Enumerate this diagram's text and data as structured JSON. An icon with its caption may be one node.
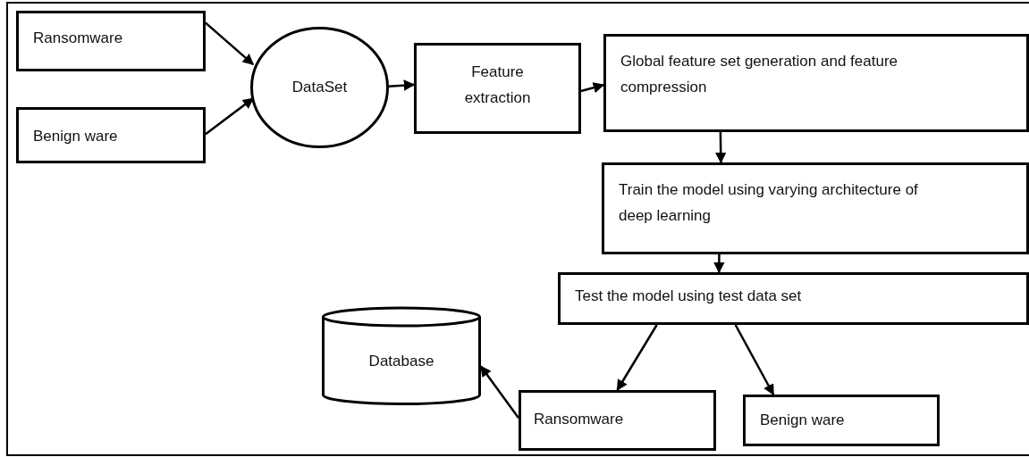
{
  "diagram": {
    "nodes": [
      {
        "text": [
          "Ransomware"
        ]
      },
      {
        "text": [
          "Benign ware"
        ]
      },
      {
        "text": [
          "DataSet"
        ]
      },
      {
        "text": [
          "Feature extraction"
        ]
      },
      {
        "text": [
          "Global feature set generation and feature compression"
        ]
      },
      {
        "text": [
          "Train the model using varying architecture of deep learning"
        ]
      },
      {
        "text": [
          "Test the model using test data set"
        ]
      },
      {
        "text": [
          "Database"
        ]
      },
      {
        "text": [
          "Ransomware"
        ]
      },
      {
        "text": [
          "Benign ware"
        ]
      }
    ],
    "edges": [
      {
        "from": 0,
        "to": 2,
        "arrow": "to"
      },
      {
        "from": 1,
        "to": 2,
        "arrow": "to"
      },
      {
        "from": 2,
        "to": 3,
        "arrow": "to"
      },
      {
        "from": 3,
        "to": 4,
        "arrow": "to"
      },
      {
        "from": 4,
        "to": 5,
        "arrow": "to"
      },
      {
        "from": 5,
        "to": 6,
        "arrow": "to"
      },
      {
        "from": 6,
        "to": 8,
        "arrow": "to"
      },
      {
        "from": 6,
        "to": 9,
        "arrow": "to"
      },
      {
        "from": 8,
        "to": 7,
        "arrow": "to"
      }
    ]
  }
}
